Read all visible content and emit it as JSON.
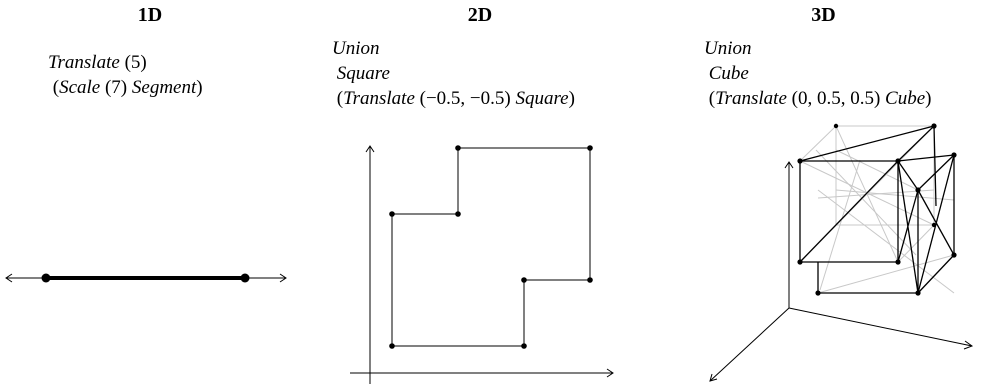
{
  "panels": {
    "one_d": {
      "title": "1D",
      "code": [
        [
          {
            "t": "Translate",
            "i": true
          },
          {
            "t": " (5)",
            "i": false
          }
        ],
        [
          {
            "t": " (",
            "i": false
          },
          {
            "t": "Scale",
            "i": true
          },
          {
            "t": " (7) ",
            "i": false
          },
          {
            "t": "Segment",
            "i": true
          },
          {
            "t": ")",
            "i": false
          }
        ]
      ]
    },
    "two_d": {
      "title": "2D",
      "code": [
        [
          {
            "t": "Union",
            "i": true
          }
        ],
        [
          {
            "t": " ",
            "i": false
          },
          {
            "t": "Square",
            "i": true
          }
        ],
        [
          {
            "t": " (",
            "i": false
          },
          {
            "t": "Translate",
            "i": true
          },
          {
            "t": " (−0.5, −0.5) ",
            "i": false
          },
          {
            "t": "Square",
            "i": true
          },
          {
            "t": ")",
            "i": false
          }
        ]
      ]
    },
    "three_d": {
      "title": "3D",
      "code": [
        [
          {
            "t": "Union",
            "i": true
          }
        ],
        [
          {
            "t": " ",
            "i": false
          },
          {
            "t": "Cube",
            "i": true
          }
        ],
        [
          {
            "t": " (",
            "i": false
          },
          {
            "t": "Translate",
            "i": true
          },
          {
            "t": " (0, 0.5, 0.5) ",
            "i": false
          },
          {
            "t": "Cube",
            "i": true
          },
          {
            "t": ")",
            "i": false
          }
        ]
      ]
    }
  },
  "colors": {
    "ink": "#000000",
    "hidden_edges": "#c8c8c8"
  }
}
